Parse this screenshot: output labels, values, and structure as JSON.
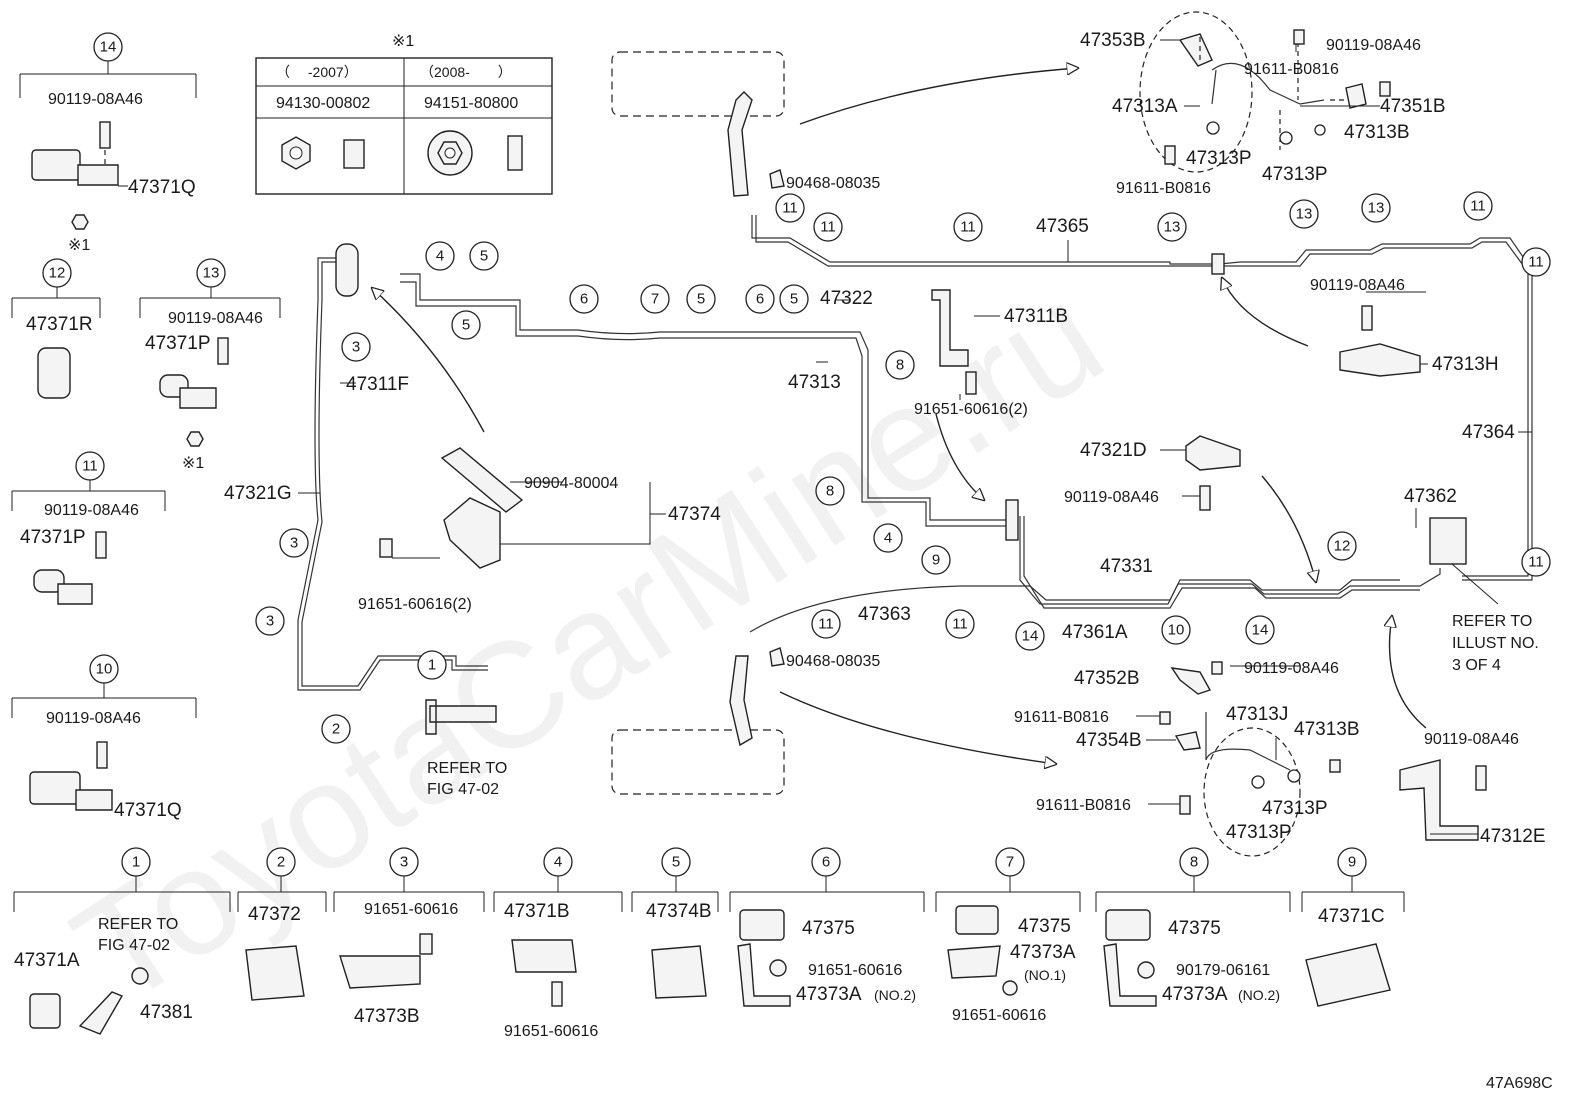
{
  "callouts": [
    "1",
    "2",
    "3",
    "4",
    "5",
    "6",
    "7",
    "8",
    "9",
    "10",
    "11",
    "12",
    "13",
    "14"
  ],
  "legend_table": {
    "mark": "※1",
    "col_left_header": "（　 -2007）",
    "col_right_header": "（2008-　　）",
    "col_left_part": "94130-00802",
    "col_right_part": "94151-80800"
  },
  "mark_note": "※1",
  "left_groups": {
    "g14": {
      "num": "14",
      "bolt": "90119-08A46",
      "part": "47371Q",
      "note": "※1"
    },
    "g12": {
      "num": "12",
      "part": "47371R"
    },
    "g13": {
      "num": "13",
      "bolt": "90119-08A46",
      "part": "47371P",
      "note": "※1"
    },
    "g11": {
      "num": "11",
      "bolt": "90119-08A46",
      "part": "47371P"
    },
    "g10": {
      "num": "10",
      "bolt": "90119-08A46",
      "part": "47371Q"
    }
  },
  "main_labels": {
    "p47321G": "47321G",
    "p47311F": "47311F",
    "p90904": "90904-80004",
    "p47374": "47374",
    "p91651a": "91651-60616(2)",
    "refer1a": "REFER TO",
    "refer1b": "FIG 47-02",
    "p47322": "47322",
    "p47313": "47313",
    "p47311B": "47311B",
    "p91651b": "91651-60616(2)",
    "p47321D": "47321D",
    "p90119c": "90119-08A46",
    "p47365": "47365",
    "p90468a": "90468-08035",
    "p90468b": "90468-08035",
    "p47331": "47331",
    "p47363": "47363",
    "p47361A": "47361A",
    "p47364": "47364",
    "p47362": "47362",
    "refer2a": "REFER TO",
    "refer2b": "ILLUST NO.",
    "refer2c": "3 OF 4",
    "p90119d": "90119-08A46",
    "p47313H": "47313H",
    "p90119e": "90119-08A46",
    "p47312E": "47312E",
    "p47352B": "47352B",
    "p90119f": "90119-08A46",
    "p91611c": "91611-B0816",
    "p47313J": "47313J",
    "p47354B": "47354B",
    "p47313B2": "47313B",
    "p91611d": "91611-B0816",
    "p47313P3": "47313P",
    "p47313P4": "47313P"
  },
  "top_right": {
    "p47353B": "47353B",
    "p90119": "90119-08A46",
    "p91611a": "91611-B0816",
    "p47313A": "47313A",
    "p47351B": "47351B",
    "p47313B": "47313B",
    "p47313P1": "47313P",
    "p47313P2": "47313P",
    "p91611b": "91611-B0816"
  },
  "bottom_groups": {
    "b1": {
      "num": "1",
      "refer1": "REFER TO",
      "refer2": "FIG 47-02",
      "partA": "47371A",
      "partB": "47381"
    },
    "b2": {
      "num": "2",
      "part": "47372"
    },
    "b3": {
      "num": "3",
      "bolt": "91651-60616",
      "part": "47373B"
    },
    "b4": {
      "num": "4",
      "part": "47371B",
      "bolt": "91651-60616"
    },
    "b5": {
      "num": "5",
      "part": "47374B"
    },
    "b6": {
      "num": "6",
      "partA": "47375",
      "bolt": "91651-60616",
      "partB": "47373A",
      "sub": "(NO.2)"
    },
    "b7": {
      "num": "7",
      "partA": "47375",
      "partB": "47373A",
      "sub": "(NO.1)",
      "bolt": "91651-60616"
    },
    "b8": {
      "num": "8",
      "partA": "47375",
      "bolt": "90179-06161",
      "partB": "47373A",
      "sub": "(NO.2)"
    },
    "b9": {
      "num": "9",
      "part": "47371C"
    }
  },
  "watermark": "ToyotaCarMine.ru",
  "figure_code": "47A698C"
}
